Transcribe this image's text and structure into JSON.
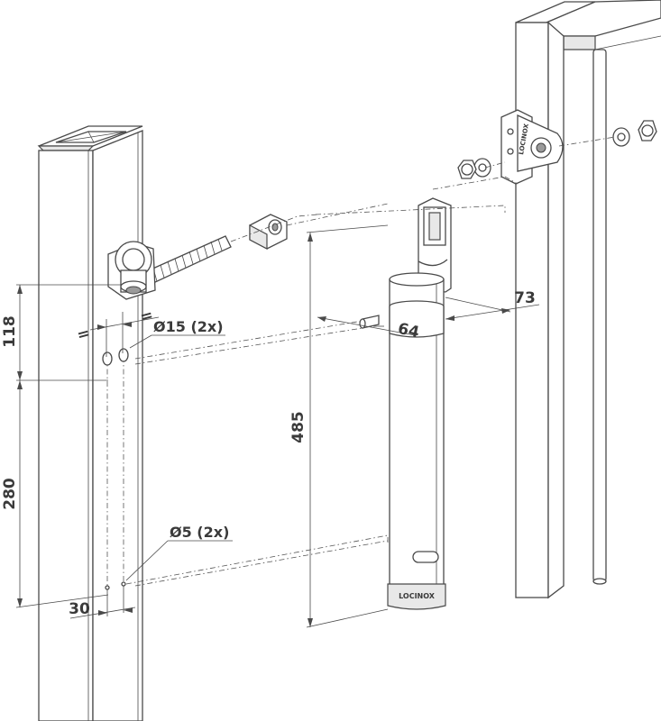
{
  "dimensions": {
    "d118": "118",
    "d280": "280",
    "d30": "30",
    "d485": "485",
    "d64": "64",
    "d73": "73",
    "equal_left": "=",
    "equal_right": "="
  },
  "callouts": {
    "hole_large": "Ø15 (2x)",
    "hole_small": "Ø5 (2x)"
  },
  "brand": {
    "label": "LOCINOX"
  }
}
